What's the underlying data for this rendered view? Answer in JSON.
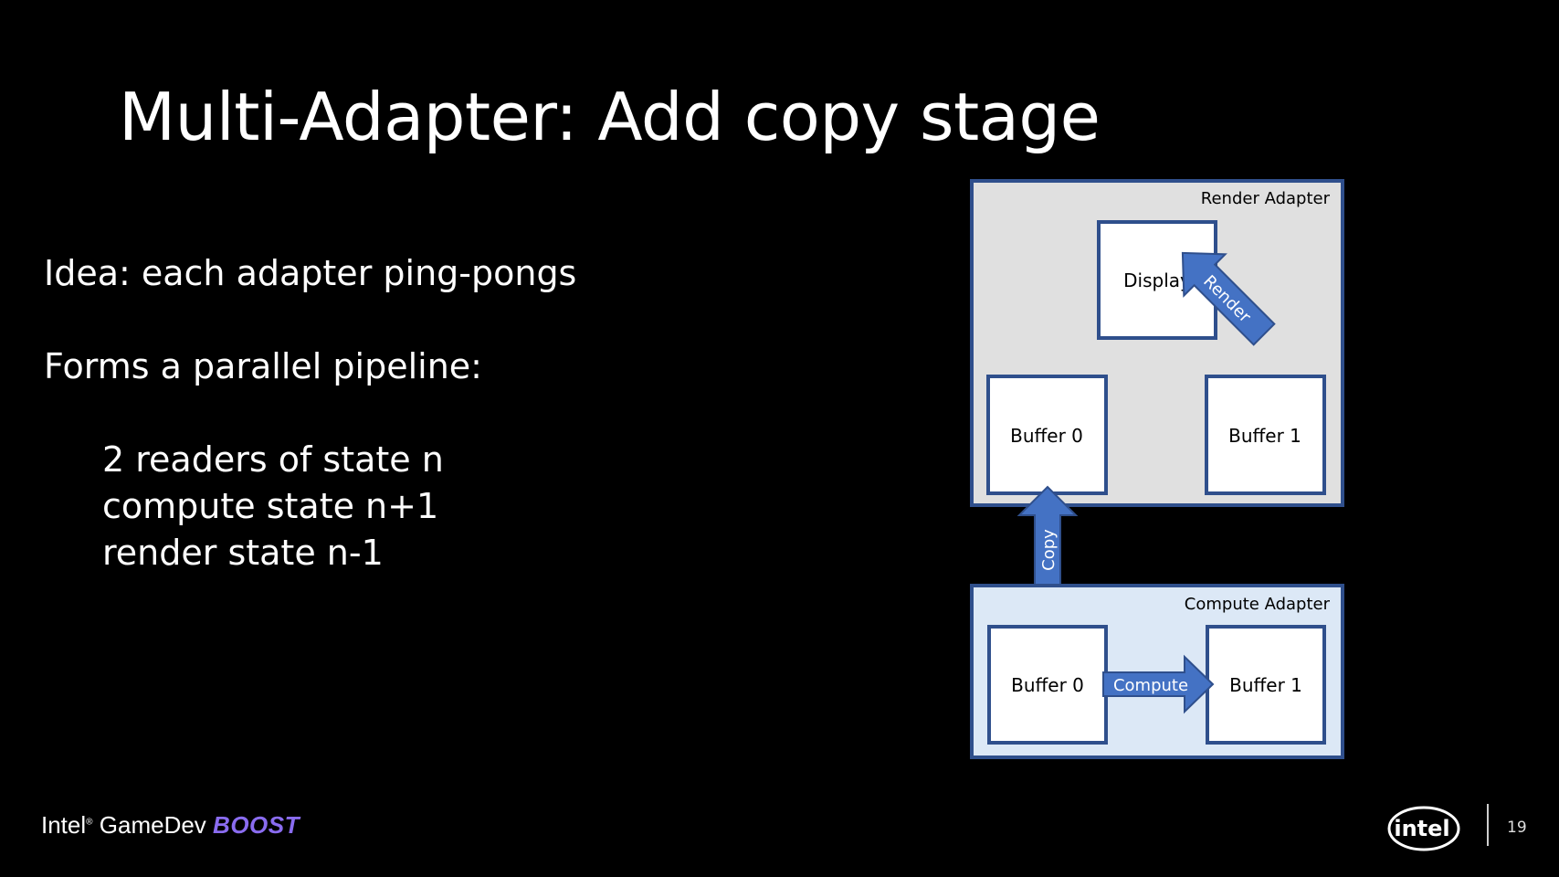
{
  "slide": {
    "title": "Multi-Adapter: Add copy stage",
    "idea": "Idea: each adapter ping-pongs",
    "forms": "Forms a parallel pipeline:",
    "bullets": [
      "2 readers of state n",
      "compute state n+1",
      "render state n-1"
    ],
    "page_number": "19"
  },
  "diagram": {
    "render_adapter": {
      "label": "Render Adapter",
      "display": "Display",
      "buffer0": "Buffer 0",
      "buffer1": "Buffer 1"
    },
    "compute_adapter": {
      "label": "Compute Adapter",
      "buffer0": "Buffer 0",
      "buffer1": "Buffer 1"
    },
    "arrows": {
      "render": "Render",
      "copy": "Copy",
      "compute": "Compute"
    },
    "colors": {
      "border": "#2f4f8c",
      "arrow": "#4472c4",
      "render_bg": "#e0e0e0",
      "compute_bg": "#dce8f6"
    }
  },
  "footer": {
    "brand_intel": "Intel",
    "brand_reg": "®",
    "brand_gamedev": "GameDev",
    "brand_boost": "BOOST",
    "logo_text": "intel"
  }
}
